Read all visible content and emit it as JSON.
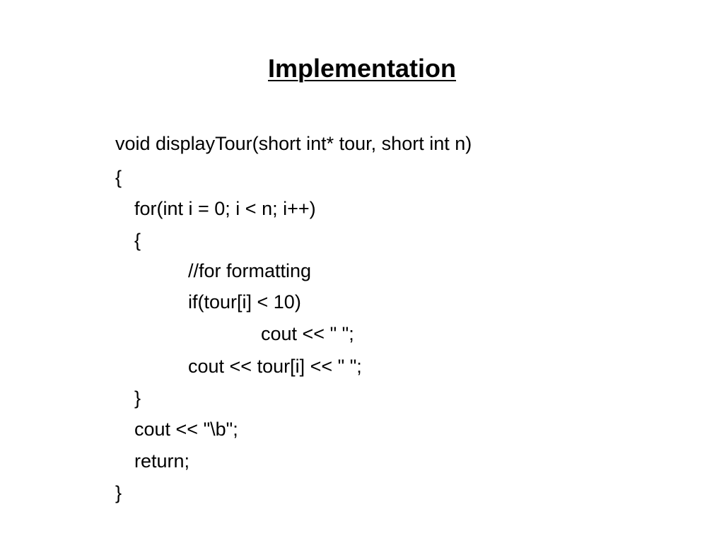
{
  "slide": {
    "title": "Implementation",
    "code_lines": [
      "void displayTour(short int* tour, short int n)",
      "{",
      "for(int i = 0; i < n; i++)",
      "{",
      "//for formatting",
      "if(tour[i] < 10)",
      "cout << \" \";",
      "cout << tour[i] << \" \";",
      "}",
      "cout << \"\\b\";",
      "return;",
      "}"
    ]
  }
}
